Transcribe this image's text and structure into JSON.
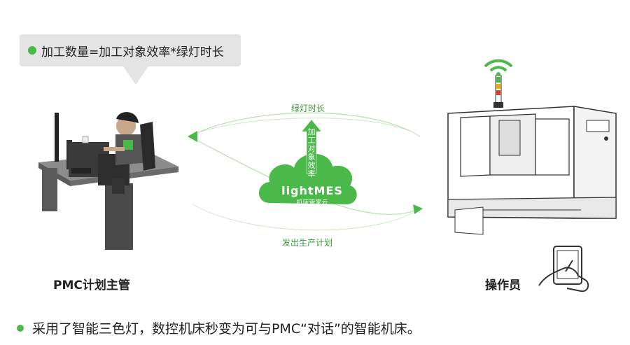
{
  "formula_bubble": {
    "text": "加工数量=加工对象效率*绿灯时长"
  },
  "flow": {
    "top_label": "绿灯时长",
    "bottom_label": "发出生产计划"
  },
  "cloud": {
    "arrow_text": "加工对象效率",
    "brand": "lightMES",
    "subtitle": "机床管家云"
  },
  "roles": {
    "left": "PMC计划主管",
    "right": "操作员"
  },
  "footer": {
    "text": "采用了智能三色灯，数控机床秒变为可与PMC“对话”的智能机床。"
  },
  "colors": {
    "accent": "#4bb84a",
    "bubble_bg": "#e4e4e4",
    "dark_gray": "#4a4a4a"
  }
}
